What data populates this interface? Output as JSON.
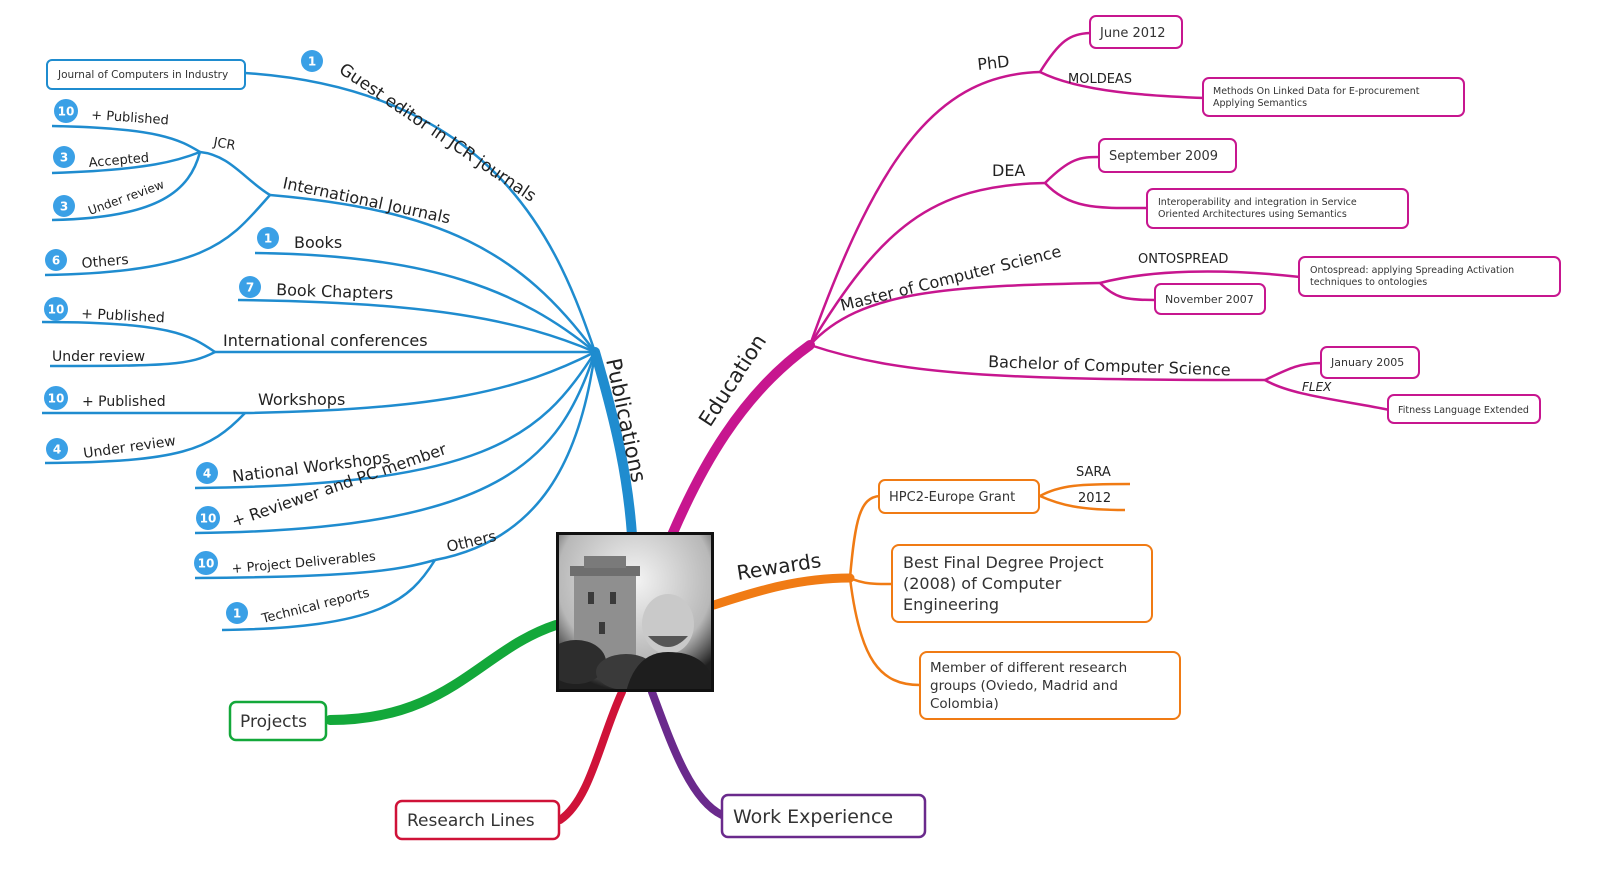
{
  "center": {
    "photo_label": "profile-photo"
  },
  "colors": {
    "publications": "#1f8ccf",
    "education": "#c7168f",
    "rewards": "#f07b14",
    "projects": "#13a83a",
    "research": "#cf1238",
    "work": "#6a2a8c",
    "badge": "#3aa0e6"
  },
  "branches": {
    "publications": {
      "label": "Publications",
      "guest_editor": {
        "label": "Guest editor in JCR journals",
        "count": "1",
        "journal": "Journal of Computers in Industry"
      },
      "international_journals": {
        "label": "International Journals",
        "jcr": {
          "label": "JCR",
          "items": [
            {
              "count": "10",
              "label": "+ Published"
            },
            {
              "count": "3",
              "label": "Accepted"
            },
            {
              "count": "3",
              "label": "Under review"
            }
          ]
        },
        "others": {
          "count": "6",
          "label": "Others"
        }
      },
      "books": {
        "count": "1",
        "label": "Books"
      },
      "book_chapters": {
        "count": "7",
        "label": "Book Chapters"
      },
      "conferences": {
        "label": "International conferences",
        "items": [
          {
            "count": "10",
            "label": "+ Published"
          },
          {
            "count": "",
            "label": "Under review"
          }
        ]
      },
      "workshops": {
        "label": "Workshops",
        "items": [
          {
            "count": "10",
            "label": "+ Published"
          },
          {
            "count": "4",
            "label": "Under review"
          }
        ]
      },
      "national_workshops": {
        "count": "4",
        "label": "National Workshops"
      },
      "reviewer": {
        "count": "10",
        "label": "+ Reviewer and PC member"
      },
      "others": {
        "label": "Others",
        "items": [
          {
            "count": "10",
            "label": "+ Project Deliverables"
          },
          {
            "count": "1",
            "label": "Technical reports"
          }
        ]
      }
    },
    "education": {
      "label": "Education",
      "phd": {
        "label": "PhD",
        "date": "June 2012",
        "project": "MOLDEAS",
        "project_desc_1": "Methods On Linked Data for E-procurement",
        "project_desc_2": "Applying Semantics"
      },
      "dea": {
        "label": "DEA",
        "date": "September 2009",
        "desc_1": "Interoperability and integration in Service",
        "desc_2": "Oriented Architectures using Semantics"
      },
      "master": {
        "label": "Master of Computer Science",
        "project": "ONTOSPREAD",
        "project_desc_1": "Ontospread: applying Spreading Activation",
        "project_desc_2": "techniques to ontologies",
        "date": "November 2007"
      },
      "bachelor": {
        "label": "Bachelor of Computer Science",
        "date": "January 2005",
        "project": "FLEX",
        "project_desc": "Fitness Language Extended"
      }
    },
    "rewards": {
      "label": "Rewards",
      "grant": {
        "label": "HPC2-Europe Grant",
        "sub_1": "SARA",
        "sub_2": "2012"
      },
      "best_project": {
        "line_1": "Best Final Degree Project",
        "line_2": "(2008) of Computer",
        "line_3": "Engineering"
      },
      "member": {
        "line_1": "Member of different research",
        "line_2": "groups (Oviedo, Madrid and",
        "line_3": "Colombia)"
      }
    },
    "projects": {
      "label": "Projects"
    },
    "research": {
      "label": "Research Lines"
    },
    "work": {
      "label": "Work Experience"
    }
  }
}
